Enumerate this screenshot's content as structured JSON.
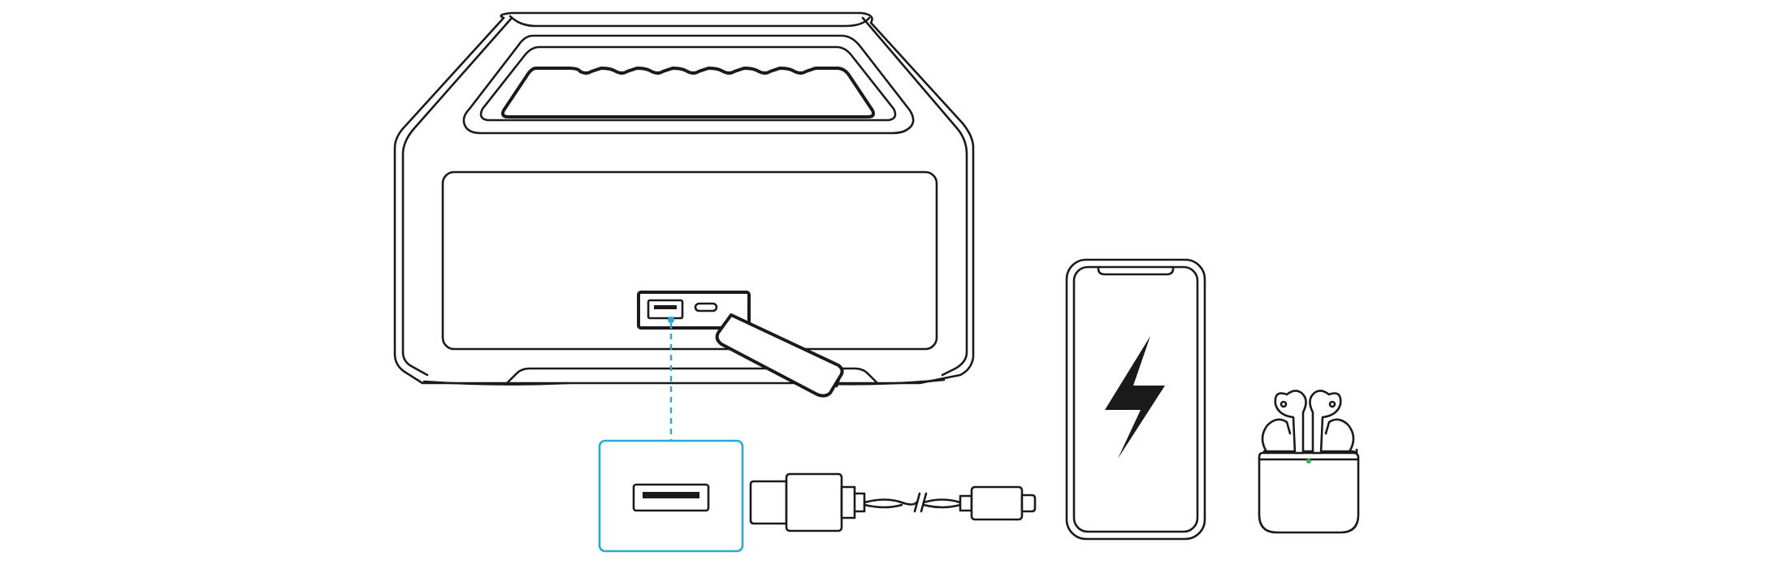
{
  "diagram": {
    "kind": "usb-charging-illustration",
    "colors": {
      "line": "#1a1a1a",
      "accent": "#2aa7d8",
      "led": "#3cb44b",
      "background": "#ffffff"
    },
    "parts": [
      {
        "id": "speaker",
        "icon": "speaker-icon"
      },
      {
        "id": "usb-a-port",
        "icon": "usb-a-port-icon"
      },
      {
        "id": "usb-c-port",
        "icon": "usb-c-port-icon"
      },
      {
        "id": "port-cover",
        "icon": "rubber-flap-icon"
      },
      {
        "id": "usb-port-callout",
        "icon": "usb-a-port-icon"
      },
      {
        "id": "usb-cable",
        "icon": "usb-cable-icon"
      },
      {
        "id": "smartphone",
        "icon": "phone-icon"
      },
      {
        "id": "charging-bolt",
        "icon": "lightning-bolt-icon"
      },
      {
        "id": "earbuds-case",
        "icon": "earbuds-icon"
      }
    ]
  }
}
